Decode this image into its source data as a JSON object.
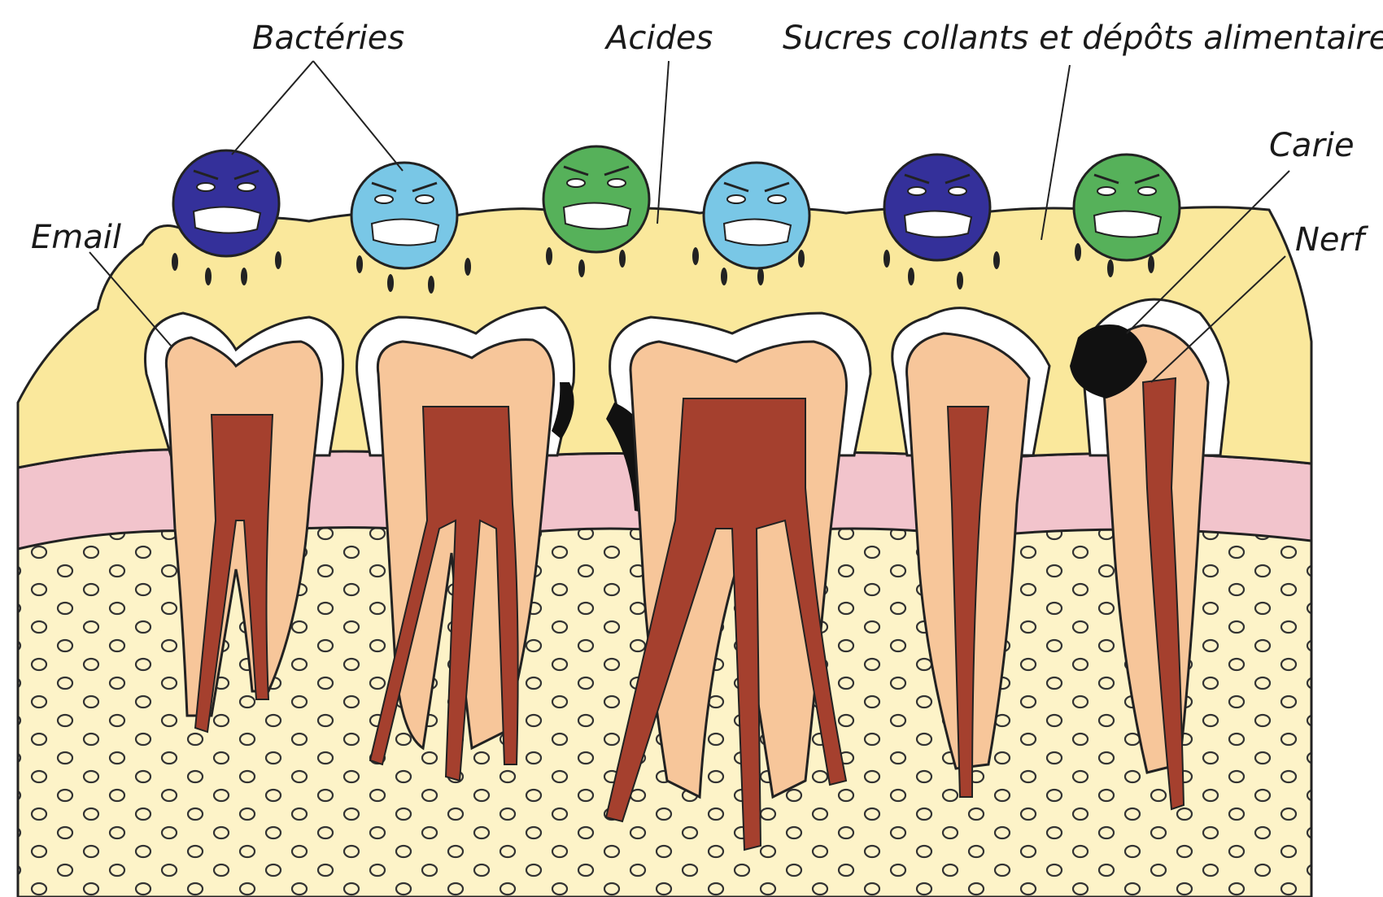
{
  "labels": {
    "bacteria": "Bactéries",
    "acids": "Acides",
    "sugars": "Sucres collants et dépôts alimentaires",
    "enamel": "Email",
    "decay": "Carie",
    "nerve": "Nerf"
  },
  "colors": {
    "plaque": "#fae89c",
    "gum": "#f2c4cc",
    "bone": "#fdf3c8",
    "dentin": "#f7c69a",
    "enamel": "#ffffff",
    "pulp": "#a5402e",
    "decay": "#111111",
    "bacteria_dark_blue": "#34309a",
    "bacteria_light_blue": "#79c7e6",
    "bacteria_green": "#56b15a"
  },
  "bacteria": [
    {
      "color": "bacteria_dark_blue"
    },
    {
      "color": "bacteria_light_blue"
    },
    {
      "color": "bacteria_green"
    },
    {
      "color": "bacteria_light_blue"
    },
    {
      "color": "bacteria_dark_blue"
    },
    {
      "color": "bacteria_green"
    }
  ]
}
